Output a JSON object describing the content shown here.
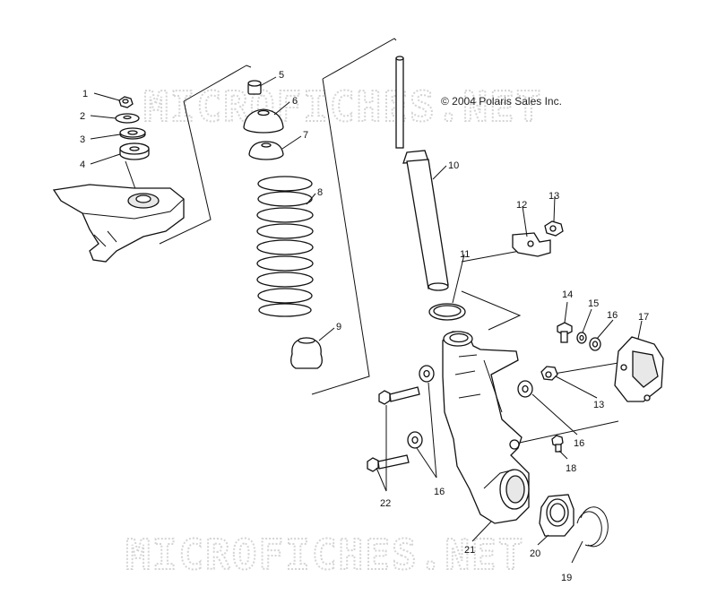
{
  "copyright": "© 2004 Polaris Sales Inc.",
  "watermarks": [
    "MICROFICHES.NET",
    "MICROFICHES.NET"
  ],
  "callouts": [
    "1",
    "2",
    "3",
    "4",
    "5",
    "6",
    "7",
    "8",
    "9",
    "10",
    "11",
    "12",
    "13",
    "13",
    "14",
    "15",
    "16",
    "16",
    "16",
    "17",
    "18",
    "19",
    "20",
    "21",
    "22"
  ]
}
